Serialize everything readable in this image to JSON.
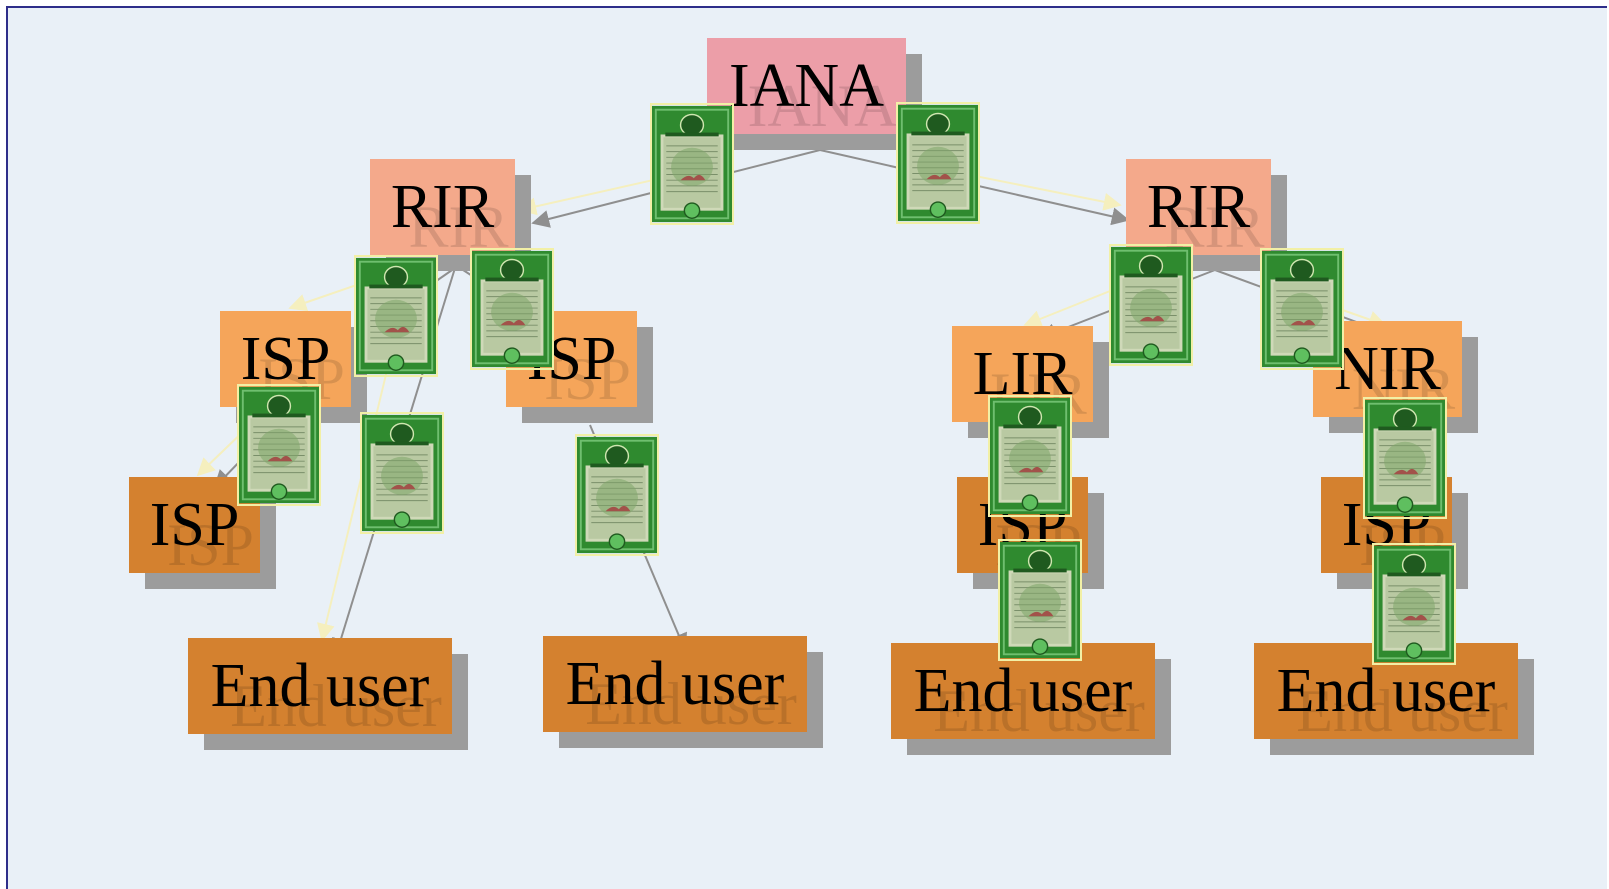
{
  "diagram": {
    "nodes": {
      "iana": "IANA",
      "rir_left": "RIR",
      "rir_right": "RIR",
      "isp_left_upper": "ISP",
      "isp_center_upper": "ISP",
      "isp_left_lower": "ISP",
      "lir": "LIR",
      "nir": "NIR",
      "isp_lir": "ISP",
      "isp_nir": "ISP",
      "end_user_1": "End user",
      "end_user_2": "End user",
      "end_user_3": "End user",
      "end_user_4": "End user"
    },
    "certificate_icon": "certificate-icon",
    "colors": {
      "background": "#e9f0f7",
      "border": "#2e2e8a",
      "iana": "#ec9ea8",
      "rir": "#f4a98b",
      "isp_light": "#f5a55a",
      "isp_dark": "#d4812f",
      "shadow": "#9c9c9c",
      "edge": "#8f8f8f",
      "edge_faint": "#f5efbe",
      "certificate_green": "#2f8a2f"
    }
  }
}
